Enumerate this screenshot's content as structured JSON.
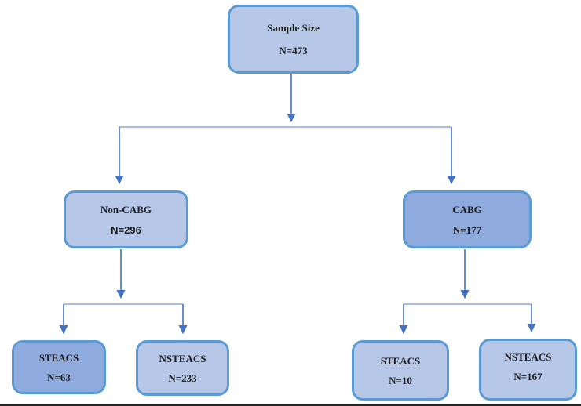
{
  "diagram": {
    "type": "flowchart",
    "nodes": {
      "root": {
        "label": "Sample Size",
        "count": "N=473"
      },
      "non_cabg": {
        "label": "Non-CABG",
        "count": "N=296"
      },
      "cabg": {
        "label": "CABG",
        "count": "N=177"
      },
      "non_cabg_steacs": {
        "label": "STEACS",
        "count": "N=63"
      },
      "non_cabg_nsteacs": {
        "label": "NSTEACS",
        "count": "N=233"
      },
      "cabg_steacs": {
        "label": "STEACS",
        "count": "N=10"
      },
      "cabg_nsteacs": {
        "label": "NSTEACS",
        "count": "N=167"
      }
    },
    "edges": [
      {
        "from": "root",
        "to": "non_cabg"
      },
      {
        "from": "root",
        "to": "cabg"
      },
      {
        "from": "non_cabg",
        "to": "non_cabg_steacs"
      },
      {
        "from": "non_cabg",
        "to": "non_cabg_nsteacs"
      },
      {
        "from": "cabg",
        "to": "cabg_steacs"
      },
      {
        "from": "cabg",
        "to": "cabg_nsteacs"
      }
    ],
    "colors": {
      "fill_light": "#b6c7e8",
      "fill_dark": "#8faadc",
      "node_border": "#5b9bd5",
      "connector": "#4472c4",
      "connector_light": "#a9c0e4",
      "text": "#1f1f1f"
    }
  }
}
